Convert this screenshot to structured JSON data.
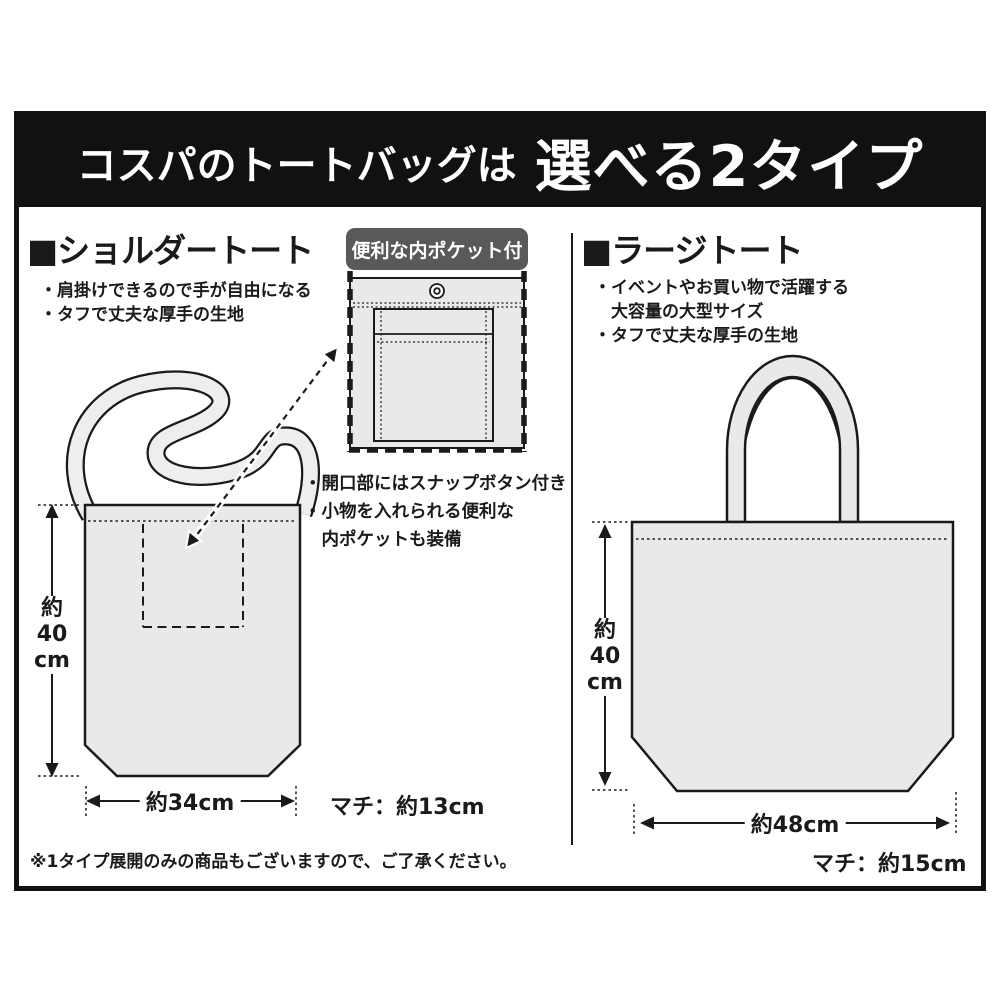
{
  "header": {
    "title_regular": "コスパのトートバッグは",
    "title_emphasis": "選べる2タイプ"
  },
  "shoulder_tote": {
    "title": "■ショルダートート",
    "features": [
      "・肩掛けできるので手が自由になる",
      "・タフで丈夫な厚手の生地"
    ],
    "pocket_callout_label": "便利な内ポケット付",
    "pocket_notes": [
      "・開口部にはスナップボタン付き",
      "・小物を入れられる便利な",
      "　内ポケットも装備"
    ],
    "height_label_lines": [
      "約",
      "40",
      "cm"
    ],
    "width_label": "約34cm",
    "gusset_label": "マチ：約13cm"
  },
  "large_tote": {
    "title": "■ラージトート",
    "features": [
      "・イベントやお買い物で活躍する",
      "　大容量の大型サイズ",
      "・タフで丈夫な厚手の生地"
    ],
    "height_label_lines": [
      "約",
      "40",
      "cm"
    ],
    "width_label": "約48cm",
    "gusset_label": "マチ：約15cm"
  },
  "footer_note": "※1タイプ展開のみの商品もございますので、ご了承ください。",
  "colors": {
    "header_bar_bg": "#111111",
    "bag_fill": "#e9e9e9",
    "strap_fill": "#eeeeee",
    "callout_header_bg": "#58595b",
    "outline": "#1a1a1a"
  }
}
